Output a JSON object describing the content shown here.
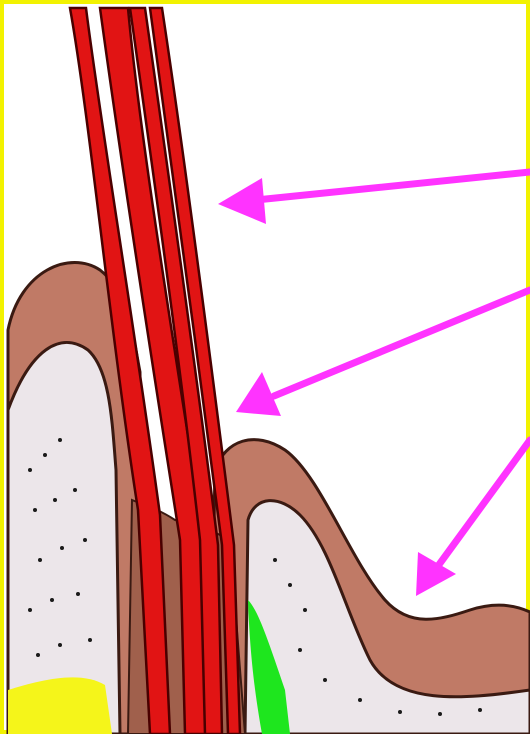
{
  "diagram": {
    "kind": "anatomical cross-section, no printed labels",
    "colors": {
      "frame": "#f2f200",
      "background": "#ffffff",
      "hair_shaft": "#e11414",
      "hair_outline": "#4a0000",
      "epithelium": "#c07a66",
      "epithelium_outline": "#3a1a12",
      "dermis": "#ece6ea",
      "stipple": "#1a1a1a",
      "pointer": "#ff33ff",
      "green_region": "#1ee61e",
      "yellow_region": "#f5f51a"
    },
    "pointers": [
      {
        "name": "arrow-to-hair-shaft"
      },
      {
        "name": "arrow-to-follicle-opening"
      },
      {
        "name": "arrow-to-epithelial-fold"
      }
    ]
  }
}
